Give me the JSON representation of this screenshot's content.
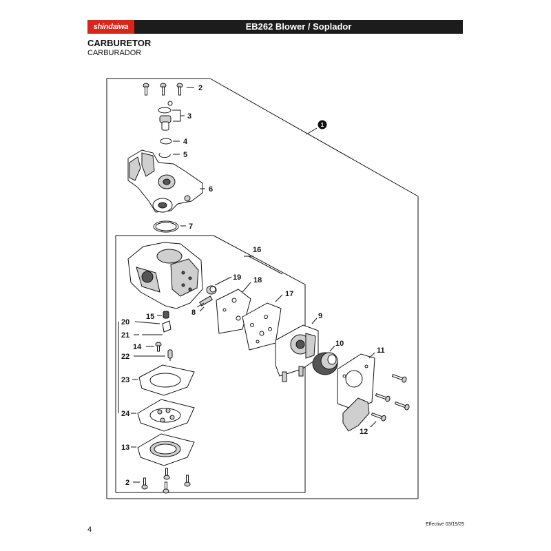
{
  "header": {
    "brand": "shindaiwa",
    "title": "EB262 Blower / Soplador"
  },
  "section": {
    "title": "CARBURETOR",
    "subtitle": "CARBURADOR"
  },
  "diagram": {
    "assembly_callout": "1",
    "callouts": {
      "c2_top": "2",
      "c3": "3",
      "c4": "4",
      "c5": "5",
      "c6": "6",
      "c7": "7",
      "c16": "16",
      "c19": "19",
      "c18": "18",
      "c17": "17",
      "c8": "8",
      "c15": "15",
      "c20": "20",
      "c21": "21",
      "c14": "14",
      "c22": "22",
      "c9": "9",
      "c10": "10",
      "c11": "11",
      "c23": "23",
      "c24": "24",
      "c12": "12",
      "c13": "13",
      "c2_bottom": "2"
    }
  },
  "footer": {
    "page_number": "4",
    "effective": "Effective 03/19/25"
  }
}
